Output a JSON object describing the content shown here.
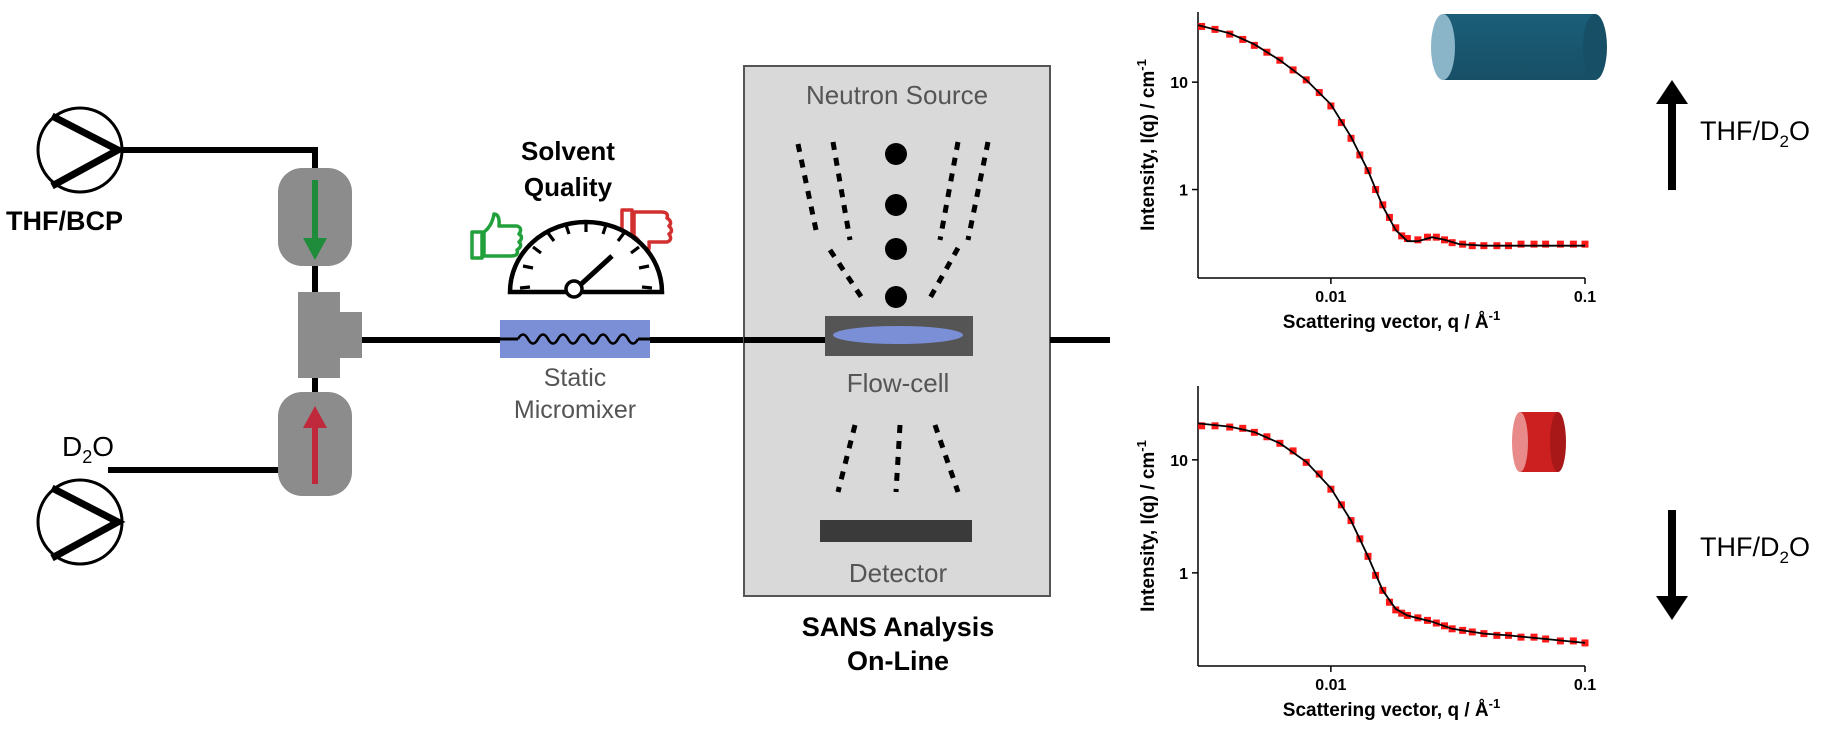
{
  "labels": {
    "thf_bcp": "THF/BCP",
    "d2o_main": "D",
    "d2o_sub": "2",
    "d2o_tail": "O",
    "solvent_line1": "Solvent",
    "solvent_line2": "Quality",
    "micromixer_line1": "Static",
    "micromixer_line2": "Micromixer",
    "neutron_source": "Neutron Source",
    "flow_cell": "Flow-cell",
    "detector": "Detector",
    "sans_line1": "SANS Analysis",
    "sans_line2": "On-Line",
    "arrow_up_main": "THF/D",
    "arrow_up_sub": "2",
    "arrow_up_tail": "O",
    "arrow_down_main": "THF/D",
    "arrow_down_sub": "2",
    "arrow_down_tail": "O"
  },
  "colors": {
    "pump_stroke": "#000000",
    "valve_grey": "#8c8c8c",
    "flow_green": "#1e8c3a",
    "flow_red": "#c0283c",
    "mixer_blue": "#7b8fd6",
    "box_grey": "#d9d9d9",
    "cell_blue": "#7b8fd6",
    "thumb_up": "#22a03c",
    "thumb_down": "#d23030",
    "cylinder_long": "#1b5e78",
    "cylinder_short": "#cc1f1f",
    "data_red": "#ff1a1a"
  },
  "icons": [
    "pump-icon",
    "thumb-up-icon",
    "thumb-down-icon",
    "gauge-icon",
    "cylinder-icon",
    "arrow-up-icon",
    "arrow-down-icon"
  ],
  "chart_data": [
    {
      "type": "scatter",
      "log_x": true,
      "log_y": true,
      "xlim": [
        0.003,
        0.1
      ],
      "ylim": [
        0.15,
        45
      ],
      "xlabel": "Scattering vector, q / Å",
      "xlabel_sup": "-1",
      "ylabel": "Intensity, I(q) / cm",
      "ylabel_sup": "-1",
      "x_ticks": [
        0.01,
        0.1
      ],
      "x_tick_labels": [
        "0.01",
        "0.1"
      ],
      "y_ticks": [
        1,
        10
      ],
      "y_tick_labels": [
        "1",
        "10"
      ],
      "data": [
        [
          0.0031,
          33
        ],
        [
          0.0035,
          31
        ],
        [
          0.004,
          28
        ],
        [
          0.0045,
          25
        ],
        [
          0.005,
          22
        ],
        [
          0.0056,
          19
        ],
        [
          0.0063,
          16
        ],
        [
          0.0071,
          13
        ],
        [
          0.008,
          10.5
        ],
        [
          0.009,
          8
        ],
        [
          0.01,
          6
        ],
        [
          0.011,
          4.2
        ],
        [
          0.012,
          3
        ],
        [
          0.013,
          2.1
        ],
        [
          0.014,
          1.5
        ],
        [
          0.015,
          1
        ],
        [
          0.016,
          0.72
        ],
        [
          0.017,
          0.55
        ],
        [
          0.018,
          0.44
        ],
        [
          0.019,
          0.37
        ],
        [
          0.02,
          0.35
        ],
        [
          0.022,
          0.34
        ],
        [
          0.024,
          0.36
        ],
        [
          0.026,
          0.36
        ],
        [
          0.028,
          0.34
        ],
        [
          0.03,
          0.32
        ],
        [
          0.033,
          0.31
        ],
        [
          0.036,
          0.3
        ],
        [
          0.04,
          0.3
        ],
        [
          0.045,
          0.3
        ],
        [
          0.05,
          0.3
        ],
        [
          0.056,
          0.31
        ],
        [
          0.063,
          0.31
        ],
        [
          0.07,
          0.31
        ],
        [
          0.08,
          0.31
        ],
        [
          0.09,
          0.31
        ],
        [
          0.1,
          0.31
        ]
      ],
      "fit": [
        [
          0.003,
          34
        ],
        [
          0.004,
          28.5
        ],
        [
          0.005,
          22.5
        ],
        [
          0.0063,
          16
        ],
        [
          0.008,
          10.5
        ],
        [
          0.01,
          6.2
        ],
        [
          0.012,
          3.1
        ],
        [
          0.014,
          1.5
        ],
        [
          0.016,
          0.7
        ],
        [
          0.018,
          0.42
        ],
        [
          0.02,
          0.33
        ],
        [
          0.022,
          0.33
        ],
        [
          0.025,
          0.36
        ],
        [
          0.028,
          0.34
        ],
        [
          0.032,
          0.31
        ],
        [
          0.04,
          0.3
        ],
        [
          0.05,
          0.3
        ],
        [
          0.07,
          0.3
        ],
        [
          0.1,
          0.3
        ]
      ]
    },
    {
      "type": "scatter",
      "log_x": true,
      "log_y": true,
      "xlim": [
        0.003,
        0.1
      ],
      "ylim": [
        0.15,
        45
      ],
      "xlabel": "Scattering vector, q / Å",
      "xlabel_sup": "-1",
      "ylabel": "Intensity, I(q) / cm",
      "ylabel_sup": "-1",
      "x_ticks": [
        0.01,
        0.1
      ],
      "x_tick_labels": [
        "0.01",
        "0.1"
      ],
      "y_ticks": [
        1,
        10
      ],
      "y_tick_labels": [
        "1",
        "10"
      ],
      "data": [
        [
          0.0031,
          20
        ],
        [
          0.0035,
          20
        ],
        [
          0.004,
          19.5
        ],
        [
          0.0045,
          19
        ],
        [
          0.005,
          17.5
        ],
        [
          0.0056,
          16
        ],
        [
          0.0063,
          14
        ],
        [
          0.0071,
          12
        ],
        [
          0.008,
          9.5
        ],
        [
          0.009,
          7.5
        ],
        [
          0.01,
          5.5
        ],
        [
          0.011,
          4
        ],
        [
          0.012,
          2.9
        ],
        [
          0.013,
          2
        ],
        [
          0.014,
          1.4
        ],
        [
          0.015,
          0.95
        ],
        [
          0.016,
          0.7
        ],
        [
          0.017,
          0.55
        ],
        [
          0.018,
          0.47
        ],
        [
          0.019,
          0.44
        ],
        [
          0.02,
          0.42
        ],
        [
          0.022,
          0.4
        ],
        [
          0.024,
          0.38
        ],
        [
          0.026,
          0.36
        ],
        [
          0.028,
          0.34
        ],
        [
          0.03,
          0.32
        ],
        [
          0.033,
          0.31
        ],
        [
          0.036,
          0.3
        ],
        [
          0.04,
          0.29
        ],
        [
          0.045,
          0.28
        ],
        [
          0.05,
          0.28
        ],
        [
          0.056,
          0.27
        ],
        [
          0.063,
          0.27
        ],
        [
          0.07,
          0.26
        ],
        [
          0.08,
          0.25
        ],
        [
          0.09,
          0.25
        ],
        [
          0.1,
          0.24
        ]
      ],
      "fit": [
        [
          0.003,
          21
        ],
        [
          0.004,
          19.7
        ],
        [
          0.005,
          17.6
        ],
        [
          0.0063,
          14
        ],
        [
          0.008,
          9.6
        ],
        [
          0.01,
          5.6
        ],
        [
          0.012,
          2.9
        ],
        [
          0.014,
          1.4
        ],
        [
          0.016,
          0.7
        ],
        [
          0.018,
          0.48
        ],
        [
          0.02,
          0.42
        ],
        [
          0.025,
          0.37
        ],
        [
          0.03,
          0.32
        ],
        [
          0.04,
          0.29
        ],
        [
          0.05,
          0.28
        ],
        [
          0.07,
          0.26
        ],
        [
          0.1,
          0.24
        ]
      ]
    }
  ]
}
